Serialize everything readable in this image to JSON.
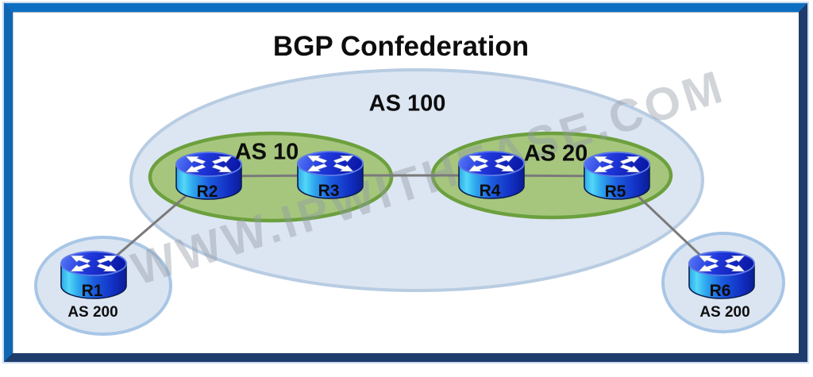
{
  "title": "BGP Confederation",
  "watermark": "WWW.IPWITHEASE.COM",
  "zones": {
    "as100": {
      "label": "AS 100",
      "fill": "#dce6f2",
      "stroke": "#b8cce2"
    },
    "as10": {
      "label": "AS 10",
      "fill": "#a6c67d",
      "stroke": "#6ca03e"
    },
    "as20": {
      "label": "AS 20",
      "fill": "#a6c67d",
      "stroke": "#6ca03e"
    },
    "as200_left": {
      "label": "AS 200",
      "fill": "#dbe5f1",
      "stroke": "#a8c6e6"
    },
    "as200_right": {
      "label": "AS 200",
      "fill": "#dbe5f1",
      "stroke": "#a8c6e6"
    }
  },
  "routers": [
    {
      "id": "R1",
      "label": "R1"
    },
    {
      "id": "R2",
      "label": "R2"
    },
    {
      "id": "R3",
      "label": "R3"
    },
    {
      "id": "R4",
      "label": "R4"
    },
    {
      "id": "R5",
      "label": "R5"
    },
    {
      "id": "R6",
      "label": "R6"
    }
  ],
  "links": [
    {
      "from": "R1",
      "to": "R2"
    },
    {
      "from": "R2",
      "to": "R3"
    },
    {
      "from": "R3",
      "to": "R4"
    },
    {
      "from": "R4",
      "to": "R5"
    },
    {
      "from": "R5",
      "to": "R6"
    }
  ],
  "colors": {
    "frame_blue": "#0d6fc2",
    "frame_shadow": "#1e3c6c",
    "link_gray": "#7a7a7a",
    "router_cyan": "#53d7f8",
    "router_blue": "#1230c4",
    "watermark_gray": "#919aa4",
    "label_black": "#0d0d0d"
  }
}
